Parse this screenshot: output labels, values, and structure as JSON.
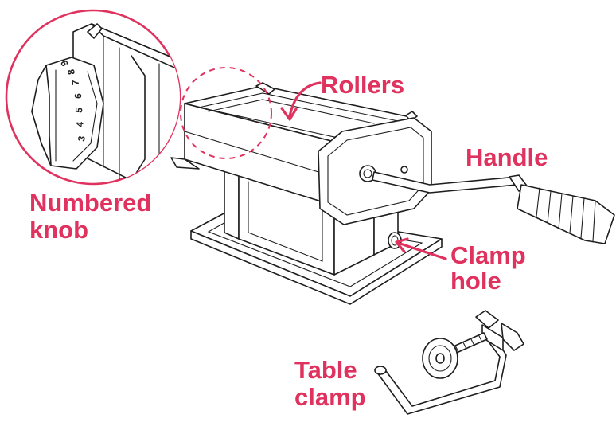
{
  "colors": {
    "accent": "#e0325e",
    "line": "#1e1e1e",
    "background": "#ffffff"
  },
  "labels": {
    "rollers": "Rollers",
    "handle": "Handle",
    "numbered_knob_line1": "Numbered",
    "numbered_knob_line2": "knob",
    "clamp_hole_line1": "Clamp",
    "clamp_hole_line2": "hole",
    "table_clamp_line1": "Table",
    "table_clamp_line2": "clamp"
  },
  "knob_dial_numbers": [
    "3",
    "4",
    "5",
    "6",
    "7",
    "8",
    "9"
  ]
}
